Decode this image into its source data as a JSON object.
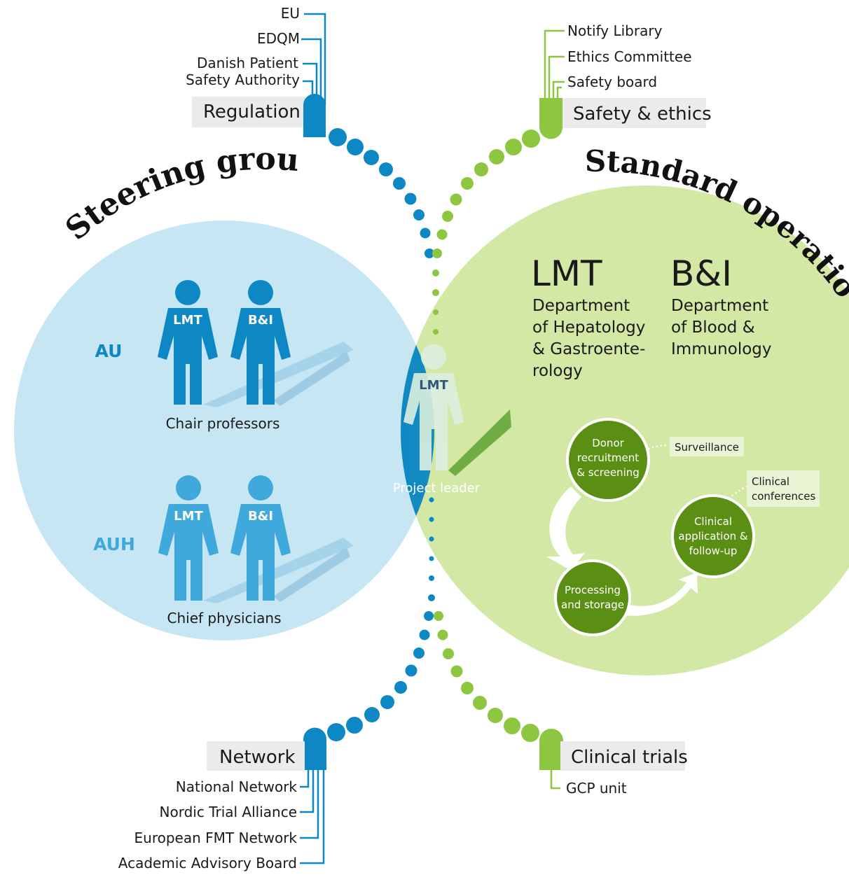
{
  "colors": {
    "blue": "#0e88c5",
    "light_blue_circle": "#c6e6f3",
    "green": "#8dc63f",
    "light_green_circle": "#d3e8a5",
    "dark_green": "#5a8f14",
    "label_bg": "#ebebeb"
  },
  "titles": {
    "steering_group": "Steering group",
    "standard_operations": "Standard operations"
  },
  "regulation": {
    "label": "Regulation",
    "items": [
      "EU",
      "EDQM",
      "Danish Patient",
      "Safety Authority"
    ]
  },
  "safety_ethics": {
    "label": "Safety & ethics",
    "items": [
      "Notify Library",
      "Ethics Committee",
      "Safety board"
    ]
  },
  "network": {
    "label": "Network",
    "items": [
      "National Network",
      "Nordic Trial Alliance",
      "European FMT Network",
      "Academic Advisory Board"
    ]
  },
  "clinical_trials": {
    "label": "Clinical trials",
    "items": [
      "GCP unit"
    ]
  },
  "steering": {
    "au_label": "AU",
    "auh_label": "AUH",
    "figure_lmt": "LMT",
    "figure_bi": "B&I",
    "chair_professors": "Chair professors",
    "chief_physicians": "Chief physicians"
  },
  "project_leader": {
    "figure_label": "LMT",
    "caption": "Project leader"
  },
  "departments": {
    "lmt_abbr": "LMT",
    "lmt_lines": [
      "Department",
      "of Hepatology",
      "& Gastroente-",
      "rology"
    ],
    "bi_abbr": "B&I",
    "bi_lines": [
      "Department",
      "of Blood &",
      "Immunology"
    ]
  },
  "cycle": {
    "donor": [
      "Donor",
      "recruitment",
      "& screening"
    ],
    "processing": [
      "Processing",
      "and storage"
    ],
    "clinical_application": [
      "Clinical",
      "application &",
      "follow-up"
    ],
    "surveillance": "Surveillance",
    "clinical_conferences": [
      "Clinical",
      "conferences"
    ]
  }
}
